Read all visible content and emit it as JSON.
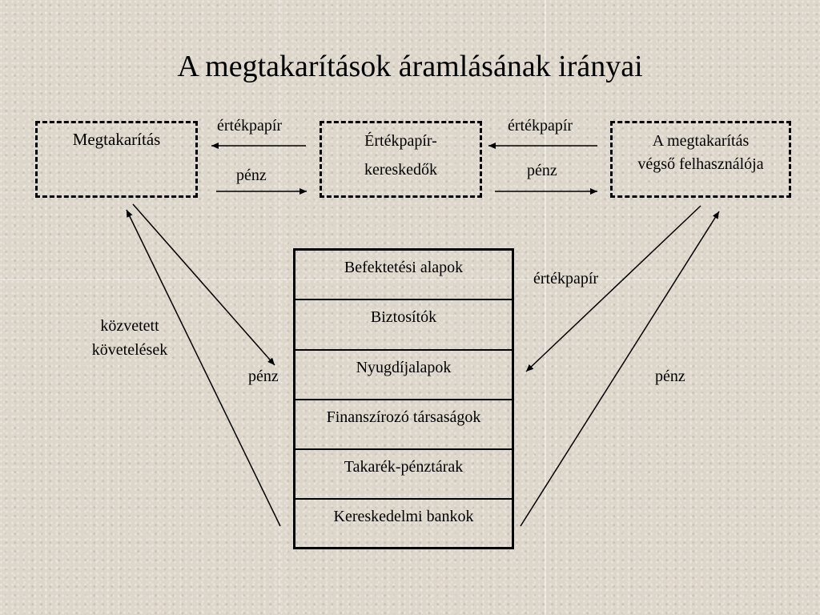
{
  "title": "A megtakarítások áramlásának irányai",
  "boxes": {
    "savings": "Megtakarítás",
    "dealers_line1": "Értékpapír-",
    "dealers_line2": "kereskedők",
    "end_user_line1": "A megtakarítás",
    "end_user_line2": "végső felhasználója"
  },
  "labels": {
    "securities_left": "értékpapír",
    "money_left": "pénz",
    "securities_right": "értékpapír",
    "money_right": "pénz",
    "indirect_claims_line1": "közvetett",
    "indirect_claims_line2": "követelések",
    "money_middle_left": "pénz",
    "securities_middle_right": "értékpapír",
    "money_far_right": "pénz"
  },
  "institutions": [
    "Befektetési alapok",
    "Biztosítók",
    "Nyugdíjalapok",
    "Finanszírozó társaságok",
    "Takarék-pénztárak",
    "Kereskedelmi bankok"
  ]
}
